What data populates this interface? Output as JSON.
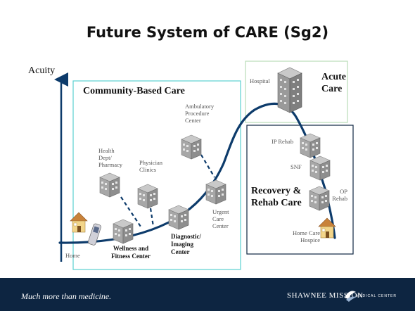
{
  "title": "Future System of CARE  (Sg2)",
  "axis": {
    "label": "Acuity"
  },
  "groups": {
    "community": "Community-Based Care",
    "acute": "Acute Care",
    "recovery": "Recovery & Rehab Care"
  },
  "nodes": {
    "hospital": "Hospital",
    "ambulatory": "Ambulatory Procedure Center",
    "health_dept": "Health Dept/ Pharmacy",
    "physician": "Physician Clinics",
    "urgent": "Urgent Care Center",
    "diagnostic": "Diagnostic/ Imaging Center",
    "wellness": "Wellness and Fitness Center",
    "home": "Home",
    "ip_rehab": "IP Rehab",
    "snf": "SNF",
    "op_rehab": "OP Rehab",
    "home_care": "Home Care Hospice"
  },
  "footer": {
    "tagline": "Much more than medicine.",
    "brand": "SHAWNEE MISSION",
    "brand_sub": "MEDICAL CENTER"
  },
  "colors": {
    "curve": "#0d3b6b",
    "community_box": "#5ad0d0",
    "acute_box": "#b9dcb8",
    "recovery_box": "#0d2541",
    "footer_bg": "#0d2541"
  }
}
